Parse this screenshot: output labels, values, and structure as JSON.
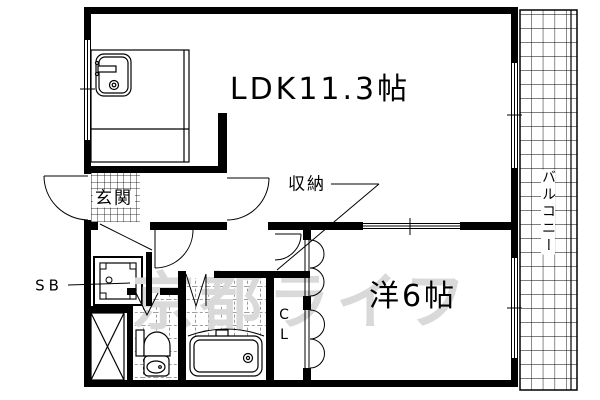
{
  "floorplan": {
    "labels": {
      "ldk": "LDK11.3帖",
      "western_room": "洋6帖",
      "entrance": "玄関",
      "storage": "収納",
      "shoe_box": "SB",
      "closet": "CL",
      "balcony": "バルコニー"
    },
    "watermark": "京都ライフ",
    "colors": {
      "line": "#000000",
      "background": "#ffffff",
      "watermark": "#d9d9d9"
    }
  }
}
